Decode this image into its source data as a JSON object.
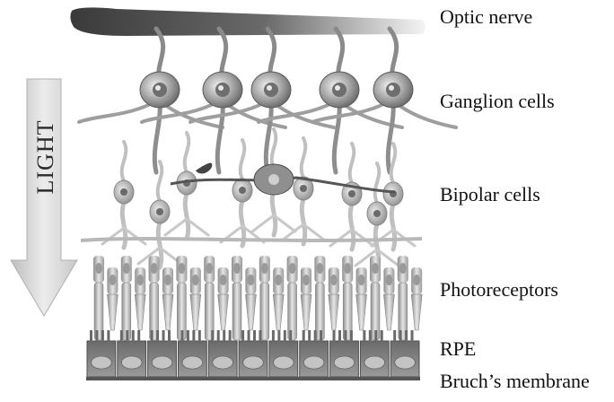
{
  "labels": {
    "optic_nerve": "Optic nerve",
    "ganglion": "Ganglion cells",
    "bipolar": "Bipolar cells",
    "photoreceptors": "Photoreceptors",
    "rpe": "RPE",
    "bruch": "Bruch’s membrane"
  },
  "arrow_text": "LIGHT",
  "colors": {
    "nerve_dark": "#3a3a3a",
    "ganglion_body": "#9a9a9a",
    "bipolar_body": "#bdbdbd",
    "photoreceptor": "#b5b5b5",
    "rpe": "#7a7a7a",
    "arrow": "#d8d8d8"
  },
  "counts": {
    "ganglion_cells": 5,
    "bipolar_cells": 9,
    "photoreceptors": 24,
    "rpe_cells": 11
  }
}
